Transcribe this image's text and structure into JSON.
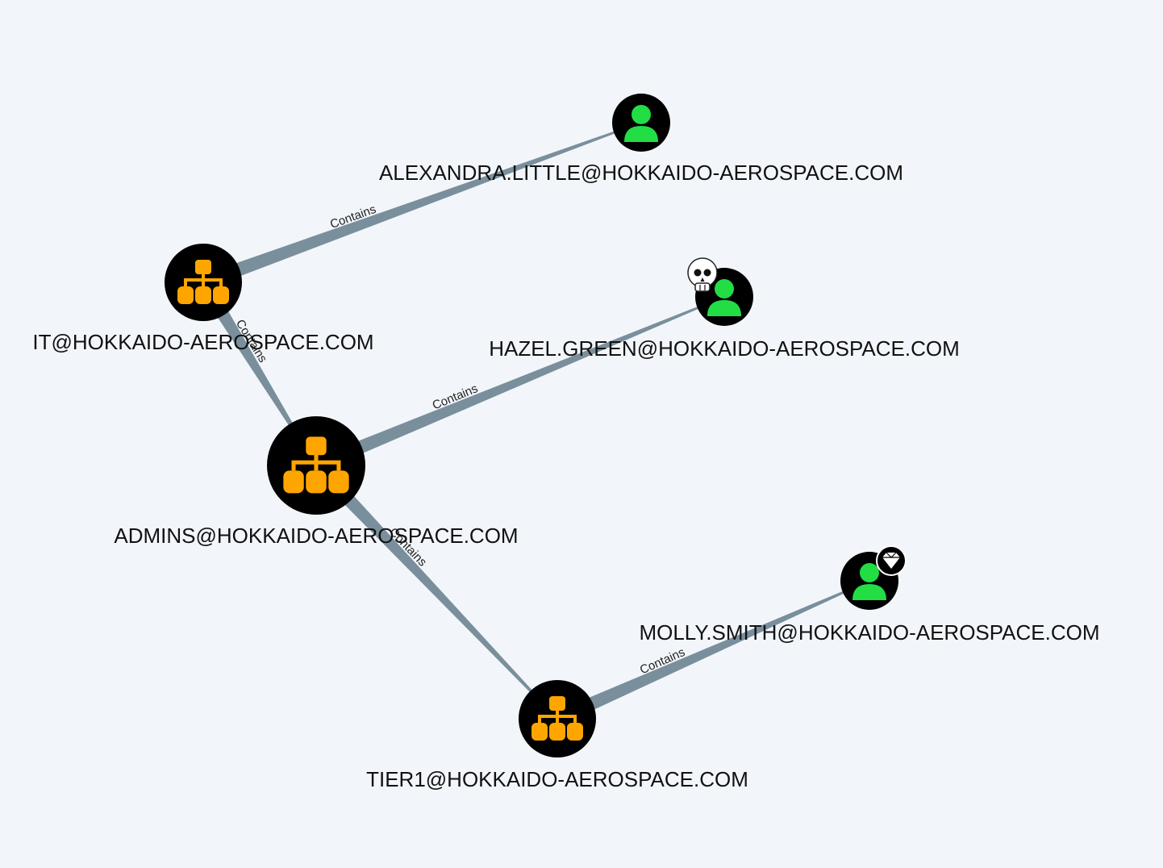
{
  "colors": {
    "background": "#f2f6fb",
    "node_fill": "#000000",
    "group_icon": "#ffa500",
    "user_icon": "#22dd44",
    "edge": "#7a8f9c",
    "label_text": "#111111"
  },
  "nodes": [
    {
      "id": "alexandra",
      "kind": "user",
      "label": "ALEXANDRA.LITTLE@HOKKAIDO-AEROSPACE.COM",
      "badge": null,
      "icon": "user-icon"
    },
    {
      "id": "it",
      "kind": "group",
      "label": "IT@HOKKAIDO-AEROSPACE.COM",
      "badge": null,
      "icon": "group-icon"
    },
    {
      "id": "hazel",
      "kind": "user",
      "label": "HAZEL.GREEN@HOKKAIDO-AEROSPACE.COM",
      "badge": "skull-icon",
      "icon": "user-icon"
    },
    {
      "id": "admins",
      "kind": "group",
      "label": "ADMINS@HOKKAIDO-AEROSPACE.COM",
      "badge": null,
      "icon": "group-icon"
    },
    {
      "id": "molly",
      "kind": "user",
      "label": "MOLLY.SMITH@HOKKAIDO-AEROSPACE.COM",
      "badge": "diamond-icon",
      "icon": "user-icon"
    },
    {
      "id": "tier1",
      "kind": "group",
      "label": "TIER1@HOKKAIDO-AEROSPACE.COM",
      "badge": null,
      "icon": "group-icon"
    }
  ],
  "edges": [
    {
      "from": "it",
      "to": "alexandra",
      "label": "Contains"
    },
    {
      "from": "it",
      "to": "admins",
      "label": "Contains"
    },
    {
      "from": "admins",
      "to": "hazel",
      "label": "Contains"
    },
    {
      "from": "admins",
      "to": "tier1",
      "label": "Contains"
    },
    {
      "from": "tier1",
      "to": "molly",
      "label": "Contains"
    }
  ]
}
